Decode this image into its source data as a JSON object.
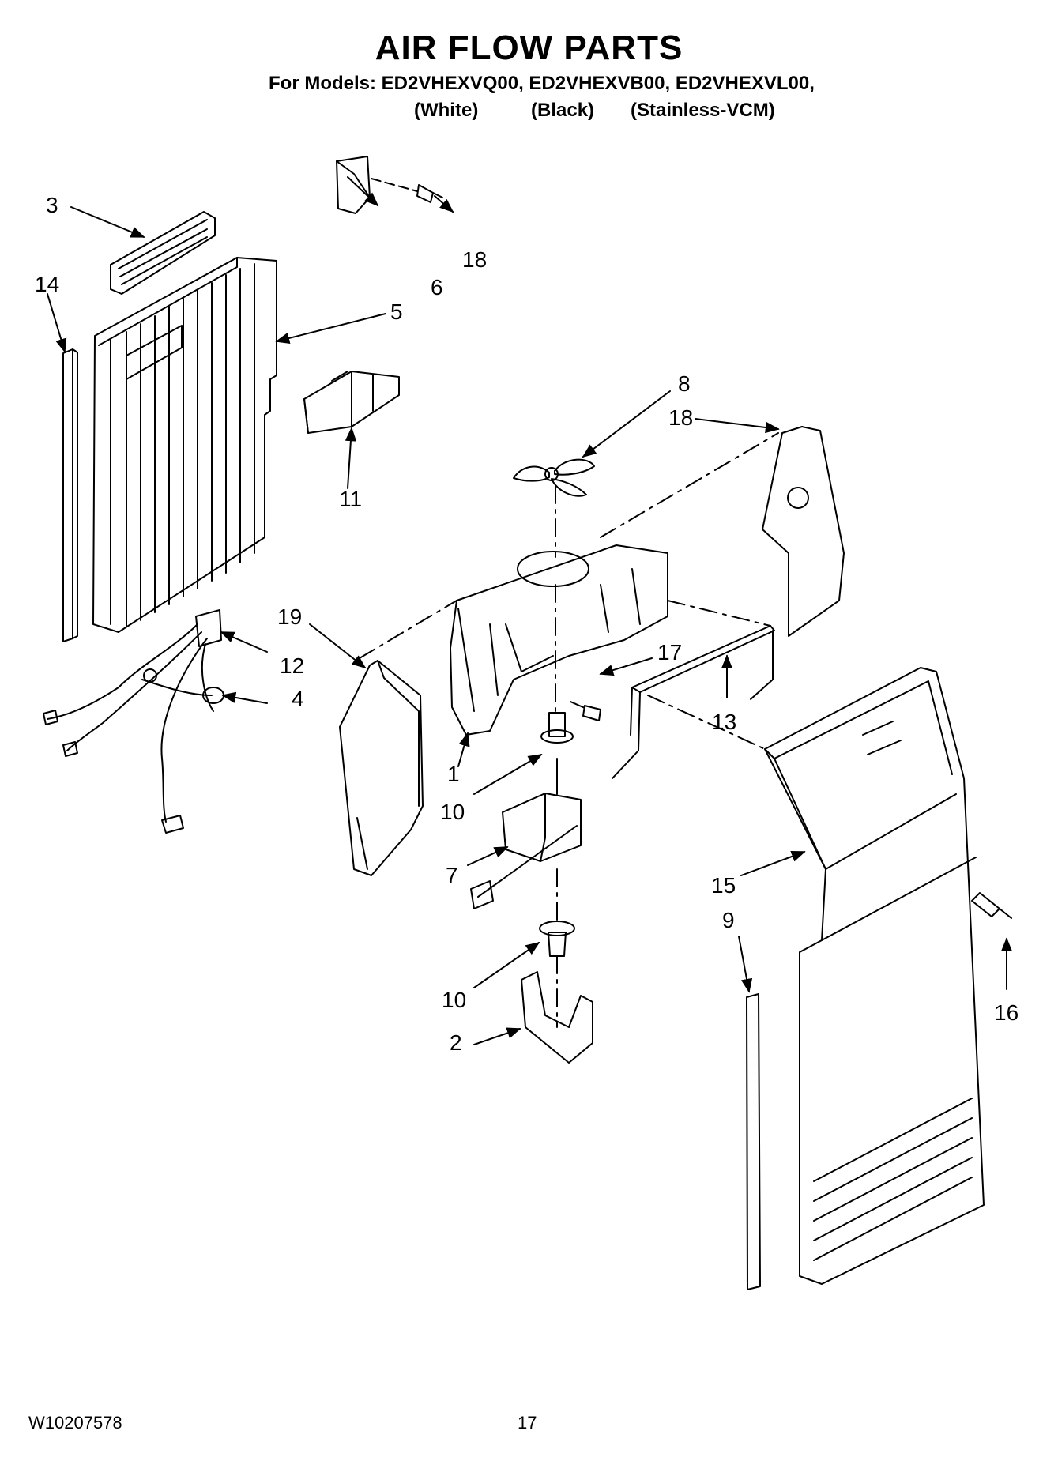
{
  "header": {
    "title": "AIR FLOW PARTS",
    "models_line": "For Models: ED2VHEXVQ00, ED2VHEXVB00, ED2VHEXVL00,",
    "variants": [
      "(White)",
      "(Black)",
      "(Stainless-VCM)"
    ]
  },
  "callouts": [
    "3",
    "18",
    "6",
    "14",
    "5",
    "11",
    "8",
    "18",
    "19",
    "12",
    "4",
    "17",
    "13",
    "1",
    "10",
    "7",
    "15",
    "9",
    "16",
    "10",
    "2"
  ],
  "footer": {
    "doc_number": "W10207578",
    "page_number": "17"
  }
}
